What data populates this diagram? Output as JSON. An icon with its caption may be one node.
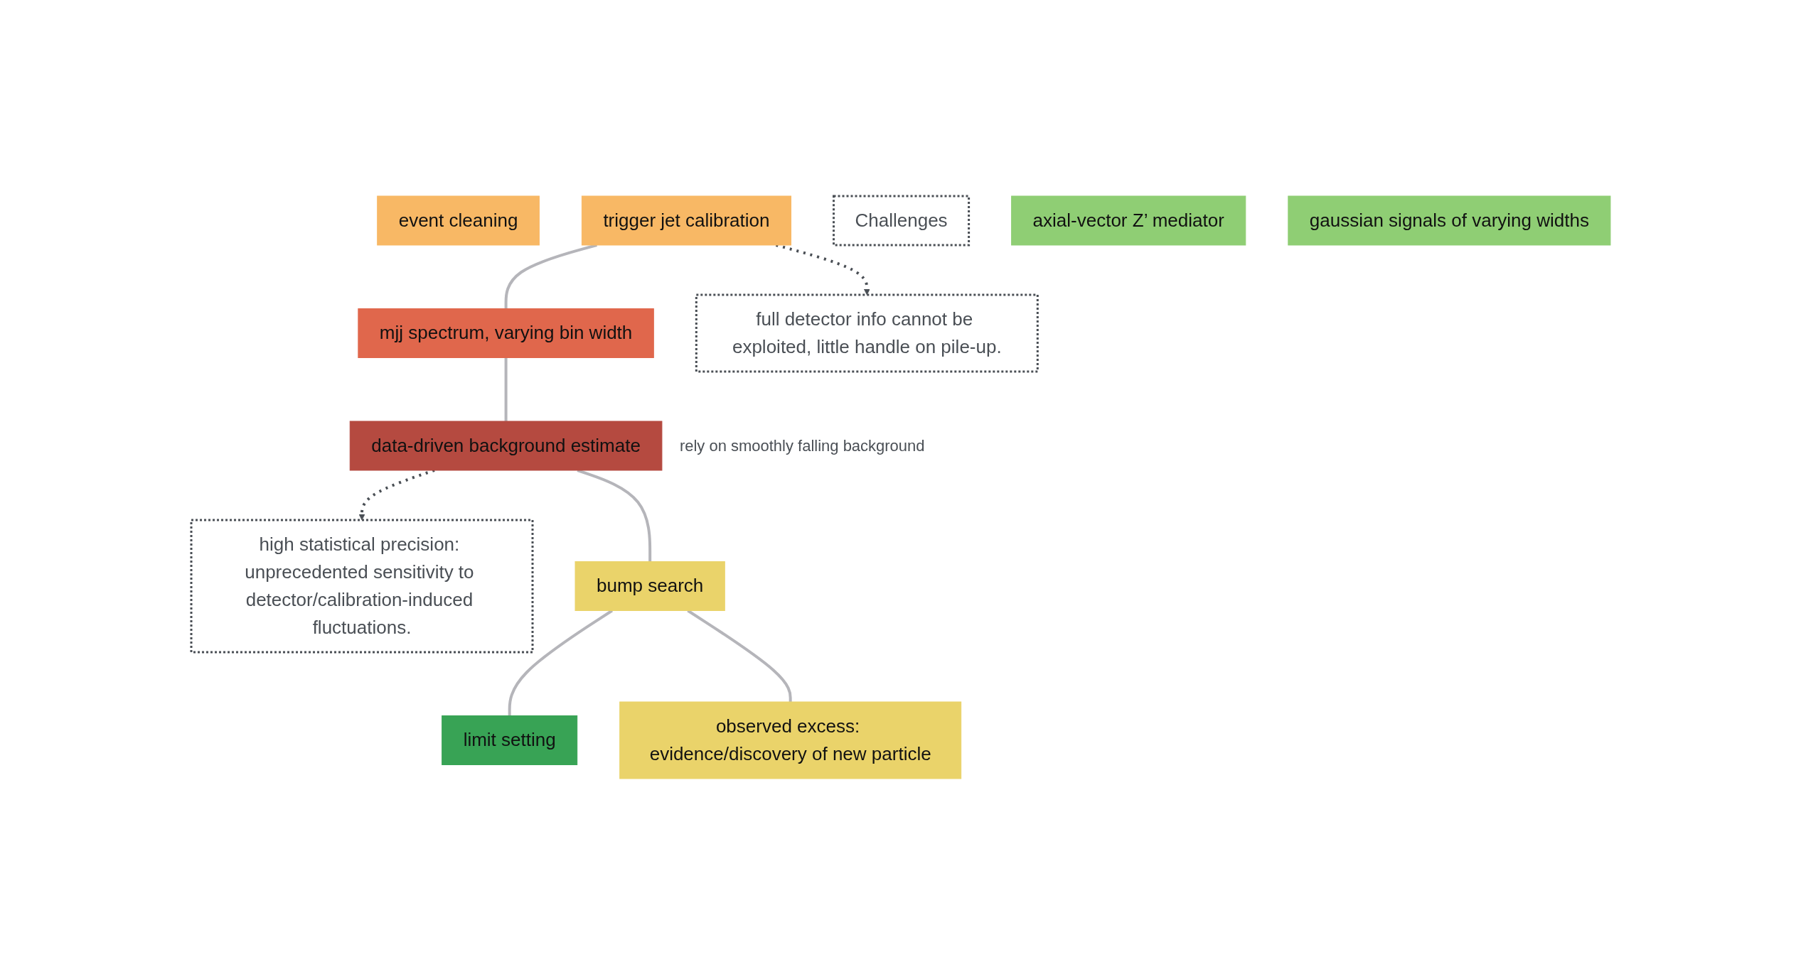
{
  "diagram": {
    "nodes": [
      {
        "text": [
          "event cleaning"
        ]
      },
      {
        "text": [
          "trigger jet calibration"
        ]
      },
      {
        "text": [
          "Challenges"
        ]
      },
      {
        "text": [
          "mjj spectrum, varying bin width"
        ]
      },
      {
        "text": [
          "full detector info cannot be exploited, little handle on pile-up."
        ]
      },
      {
        "text": [
          "data-driven background estimate"
        ],
        "beside": [
          "rely on smoothly falling background"
        ]
      },
      {
        "text": [
          "high statistical precision: unprecedented sensitivity to detector/calibration-induced fluctuations."
        ]
      },
      {
        "text": [
          "bump search"
        ]
      },
      {
        "text": [
          "limit setting"
        ]
      },
      {
        "text": [
          "observed excess: evidence/discovery of new particle"
        ]
      },
      {
        "text": [
          "axial-vector Z’ mediator"
        ]
      },
      {
        "text": [
          "gaussian signals of varying widths"
        ]
      }
    ],
    "edges": [
      {
        "from": 1,
        "to": 3,
        "arrow": "none"
      },
      {
        "from": 3,
        "to": 5,
        "arrow": "none"
      },
      {
        "from": 5,
        "to": 7,
        "arrow": "none"
      },
      {
        "from": 7,
        "to": 8,
        "arrow": "none"
      },
      {
        "from": 7,
        "to": 9,
        "arrow": "none"
      },
      {
        "from": 1,
        "to": 4,
        "arrow": "to",
        "style": "dashed",
        "color": "#4a4f55"
      },
      {
        "from": 5,
        "to": 6,
        "arrow": "to",
        "style": "dashed",
        "color": "#4a4f55"
      }
    ]
  }
}
